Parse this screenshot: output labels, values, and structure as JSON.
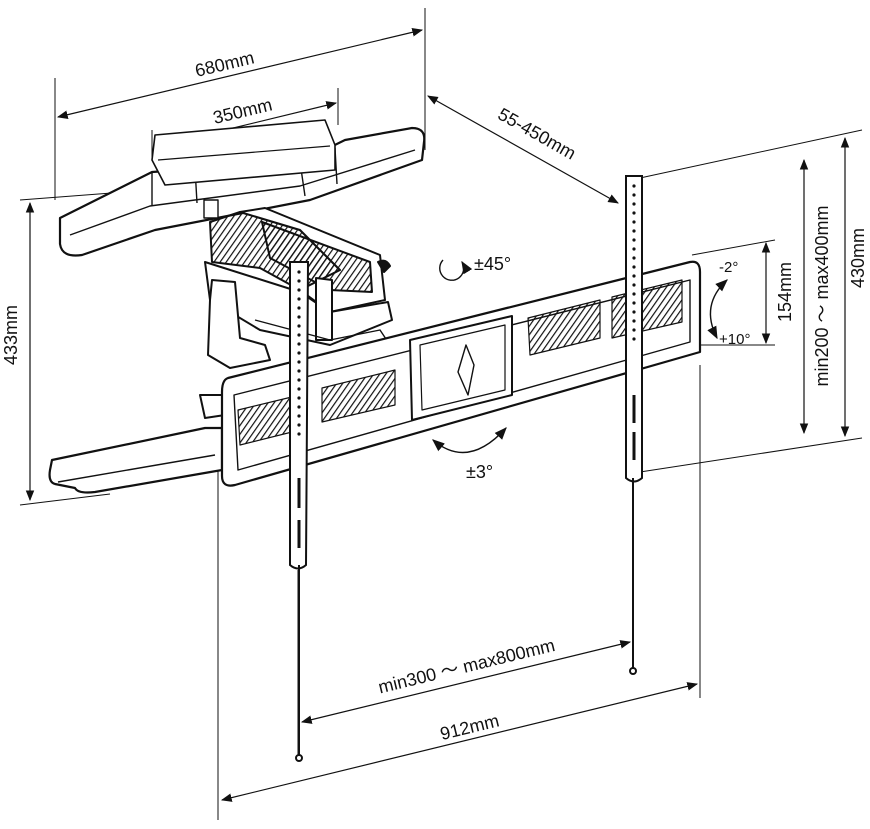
{
  "dimensions": {
    "wall_plate_width": "680mm",
    "wall_plate_inner": "350mm",
    "extension": "55-450mm",
    "wall_plate_height": "433mm",
    "tv_plate_height": "430mm",
    "vesa_vertical": "min200 ～ max400mm",
    "vertical_adjust": "154mm",
    "vesa_horizontal": "min300 ～ max800mm",
    "overall_width": "912mm"
  },
  "angles": {
    "swivel": "±45°",
    "rotation": "±3°",
    "tilt_up": "-2°",
    "tilt_down": "+10°"
  },
  "colors": {
    "line": "#111111",
    "background": "#ffffff"
  }
}
